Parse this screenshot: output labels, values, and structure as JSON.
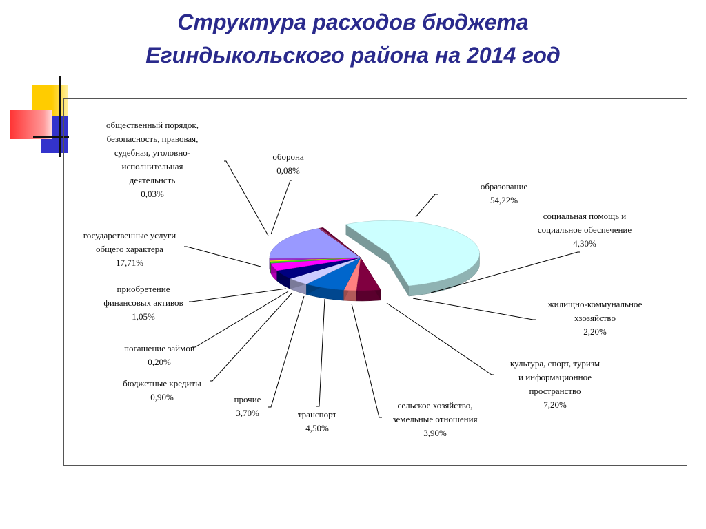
{
  "title": {
    "line1": "Структура расходов  бюджета",
    "line2": "Егиндыкольского района на 2014 год"
  },
  "chart_data": {
    "type": "pie",
    "title": "Структура расходов  бюджета Егиндыкольского района на 2014 год",
    "slices": [
      {
        "name": "образование",
        "lines": [
          "образование"
        ],
        "value": 54.22,
        "value_label": "54,22%",
        "color": "#ccffff"
      },
      {
        "name": "социальная помощь и социальное обеспечение",
        "lines": [
          "социальная помощь и",
          "социальное обеспечение"
        ],
        "value": 4.3,
        "value_label": "4,30%",
        "color": "#800040"
      },
      {
        "name": "жилищно-коммунальное хзозяйство",
        "lines": [
          "жилищно-коммунальное",
          "хзозяйство"
        ],
        "value": 2.2,
        "value_label": "2,20%",
        "color": "#ff8080"
      },
      {
        "name": "культура, спорт, туризм и информационное пространство",
        "lines": [
          "культура, спорт, туризм",
          "и          информационное",
          "пространство"
        ],
        "value": 7.2,
        "value_label": "7,20%",
        "color": "#0066cc"
      },
      {
        "name": "сельское хозяйство, земельные отношения",
        "lines": [
          "сельское хозяйство,",
          "земельные отношения"
        ],
        "value": 3.9,
        "value_label": "3,90%",
        "color": "#ccccff"
      },
      {
        "name": "транспорт",
        "lines": [
          "транспорт"
        ],
        "value": 4.5,
        "value_label": "4,50%",
        "color": "#000080"
      },
      {
        "name": "прочие",
        "lines": [
          "прочие"
        ],
        "value": 3.7,
        "value_label": "3,70%",
        "color": "#ff00ff"
      },
      {
        "name": "бюджетные кредиты",
        "lines": [
          "бюджетные кредиты"
        ],
        "value": 0.9,
        "value_label": "0,90%",
        "color": "#33cc33"
      },
      {
        "name": "погашение займов",
        "lines": [
          "погашение займов"
        ],
        "value": 0.2,
        "value_label": "0,20%",
        "color": "#ffff00"
      },
      {
        "name": "приобретение финансовых активов",
        "lines": [
          "приобретение",
          "финансовых активов"
        ],
        "value": 1.05,
        "value_label": "1,05%",
        "color": "#9933cc"
      },
      {
        "name": "государственные услуги общего характера",
        "lines": [
          "государственные услуги",
          "общего характера"
        ],
        "value": 17.71,
        "value_label": "17,71%",
        "color": "#9999ff"
      },
      {
        "name": "общественный порядок, безопасность, правовая, судебная, уголовно-исполнительная деятельнсть",
        "lines": [
          "общественный порядок,",
          "безопасность, правовая,",
          "судебная, уголовно-",
          "исполнительная",
          "деятельнсть"
        ],
        "value": 0.03,
        "value_label": "0,03%",
        "color": "#993366"
      },
      {
        "name": "оборона",
        "lines": [
          "оборона"
        ],
        "value": 0.08,
        "value_label": "0,08%",
        "color": "#660033"
      }
    ]
  }
}
